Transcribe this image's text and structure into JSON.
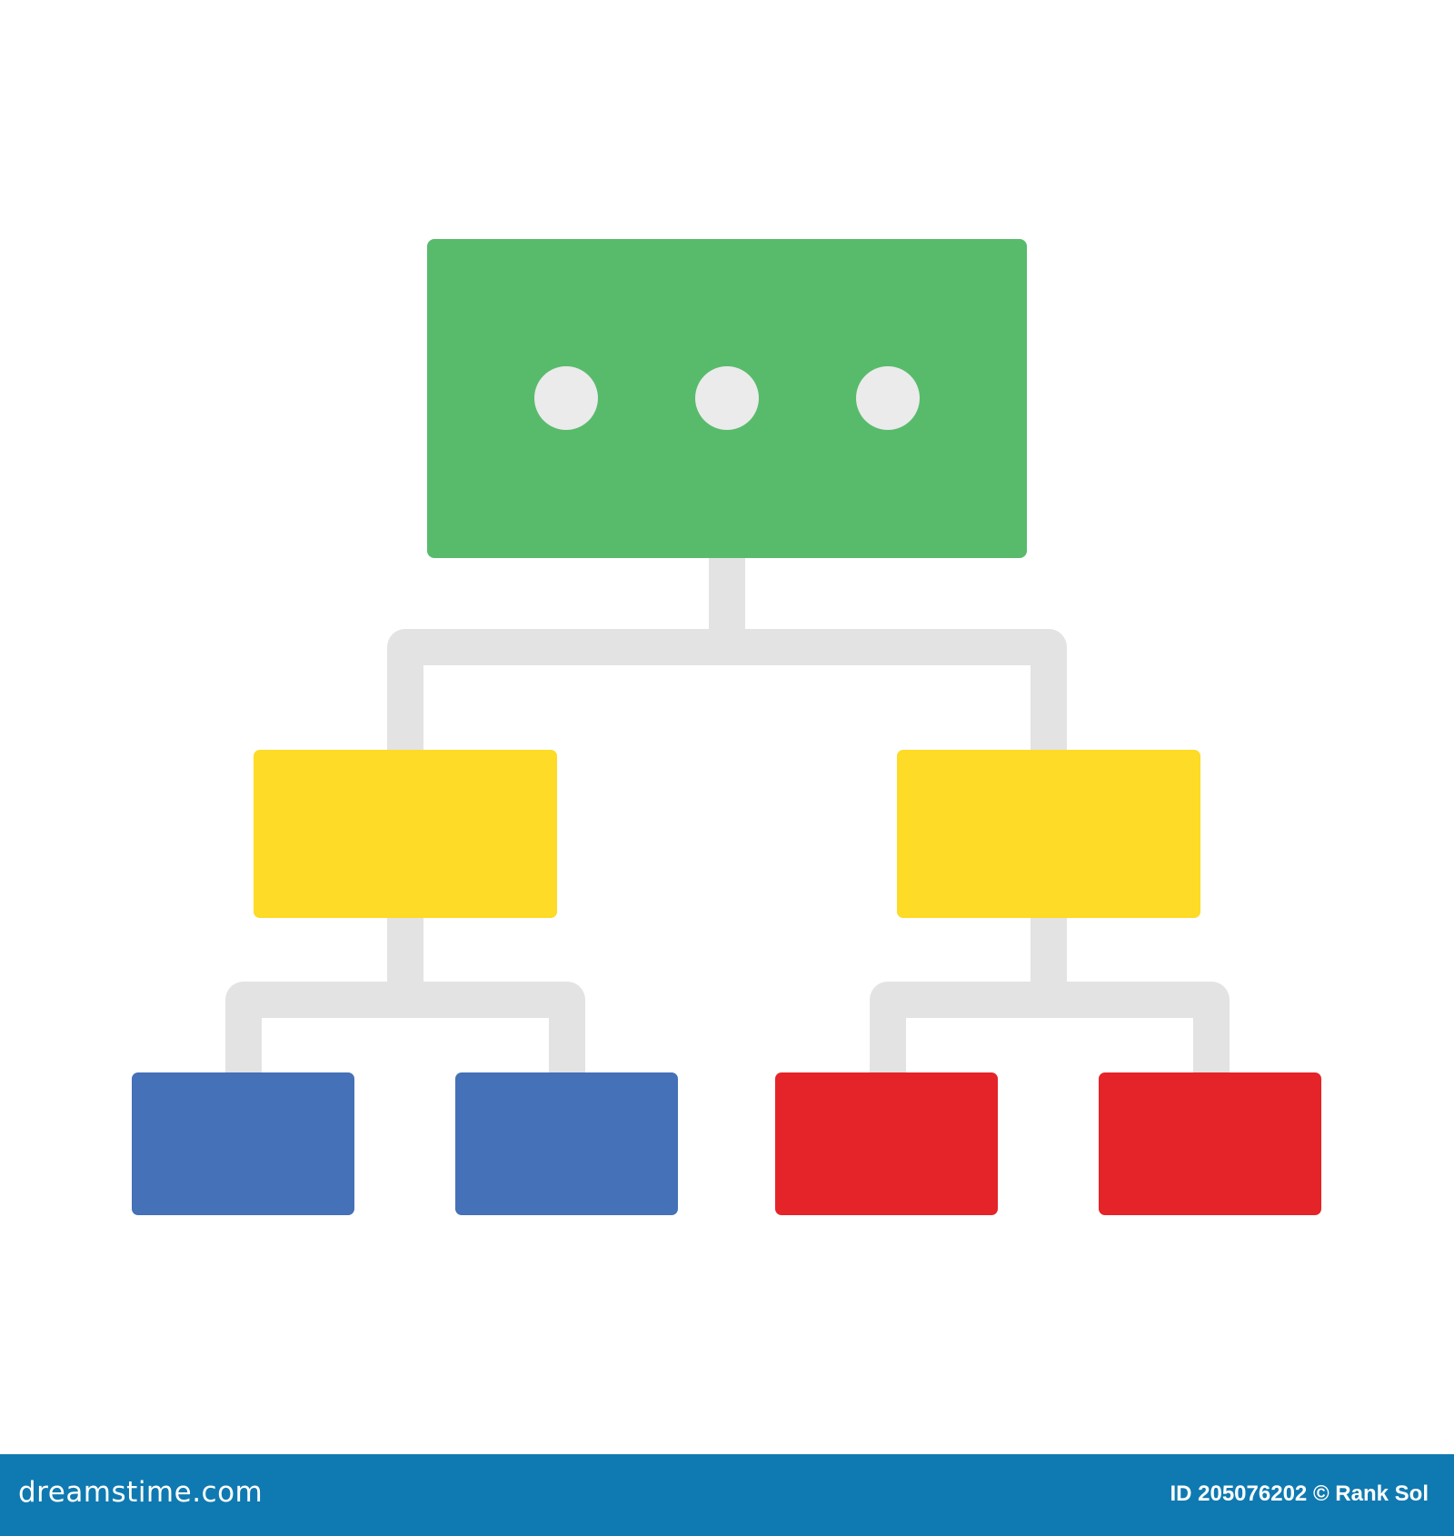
{
  "diagram": {
    "type": "hierarchy",
    "levels": 3,
    "root": {
      "color": "#58bb6c",
      "icon": "ellipsis-icon",
      "children": [
        {
          "color": "#fddb26",
          "children": [
            {
              "color": "#4471b7"
            },
            {
              "color": "#4471b7"
            }
          ]
        },
        {
          "color": "#fddb26",
          "children": [
            {
              "color": "#e42428"
            },
            {
              "color": "#e42428"
            }
          ]
        }
      ]
    },
    "connector_color": "#e3e3e3",
    "dot_color": "#ebebeb"
  },
  "footer": {
    "logo_text": "dreamstime.com",
    "image_id_label": "ID 205076202",
    "copyright_symbol": "©",
    "author": "Rank Sol",
    "background_color": "#0f7ab1"
  }
}
